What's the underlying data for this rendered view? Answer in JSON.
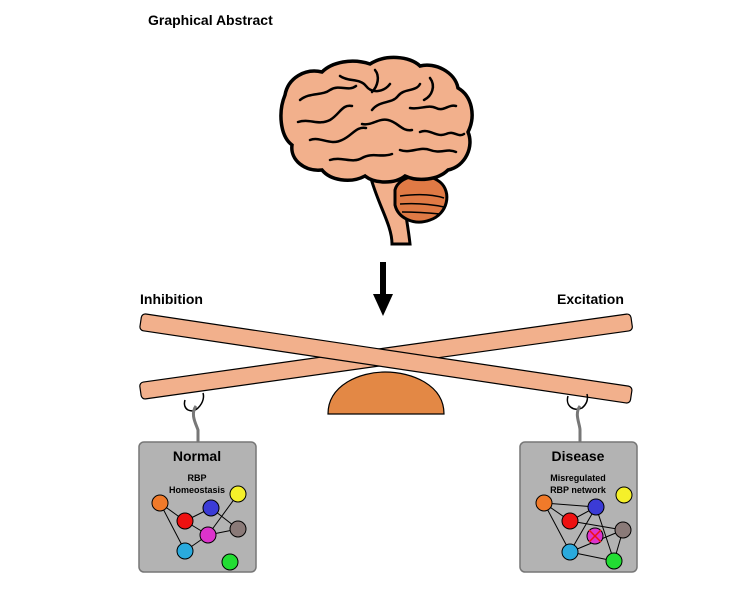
{
  "title": "Graphical Abstract",
  "labels": {
    "left": "Inhibition",
    "right": "Excitation"
  },
  "boxes": {
    "normal": {
      "title": "Normal",
      "subtitle_line1": "RBP",
      "subtitle_line2": "Homeostasis"
    },
    "disease": {
      "title": "Disease",
      "subtitle_line1": "Misregulated",
      "subtitle_line2": "RBP network"
    }
  },
  "colors": {
    "skin": "#f2b08c",
    "cerebellum": "#e07a45",
    "fulcrum": "#e38845",
    "box_fill": "#b3b3b3",
    "node_orange": "#f07a2a",
    "node_blue": "#3b3bd6",
    "node_yellow": "#f5f02a",
    "node_red": "#ee1111",
    "node_gray": "#8a7a78",
    "node_magenta": "#dd33cc",
    "node_cyan": "#2aaadd",
    "node_green": "#22dd33"
  }
}
